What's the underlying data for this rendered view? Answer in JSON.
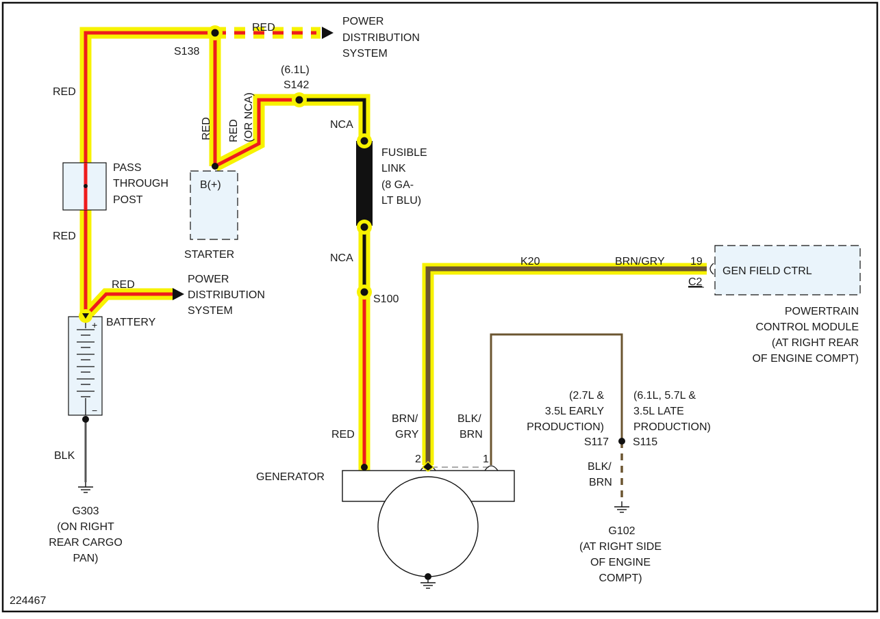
{
  "colors": {
    "highlight": "#f7f200",
    "red_wire": "#ee1c1c",
    "black_wire": "#111111",
    "brown_wire": "#6b5530",
    "gray_wire": "#555555",
    "component_fill": "#eaf4fb",
    "border": "#111111"
  },
  "diagram_id": "224467",
  "splices": {
    "s138": "S138",
    "s142_engine": "(6.1L)",
    "s142": "S142",
    "s100": "S100",
    "s117": "S117",
    "s115": "S115"
  },
  "wire_labels": {
    "red_top": "RED",
    "red_left_upper": "RED",
    "red_left_lower": "RED",
    "red_battery": "RED",
    "red_starter": "RED",
    "red_nca_line1": "RED",
    "red_nca_line2": "(OR NCA)",
    "nca_upper": "NCA",
    "nca_lower": "NCA",
    "red_generator": "RED",
    "blk": "BLK",
    "k20": "K20",
    "brn_gry": "BRN/GRY",
    "brn_gry_stack": [
      "BRN/",
      "GRY"
    ],
    "blk_brn_stack": [
      "BLK/",
      "BRN"
    ],
    "blk_brn_lower": [
      "BLK/",
      "BRN"
    ]
  },
  "components": {
    "power_dist_top": [
      "POWER",
      "DISTRIBUTION",
      "SYSTEM"
    ],
    "power_dist_mid": [
      "POWER",
      "DISTRIBUTION",
      "SYSTEM"
    ],
    "pass_through": [
      "PASS",
      "THROUGH",
      "POST"
    ],
    "starter_terminal": "B(+)",
    "starter": "STARTER",
    "fusible_link": [
      "FUSIBLE",
      "LINK",
      "(8 GA-",
      "LT BLU)"
    ],
    "battery": "BATTERY",
    "battery_plus": "+",
    "battery_minus": "−",
    "generator": "GENERATOR",
    "gen_pin_2": "2",
    "gen_pin_1": "1",
    "pcm_pin": "19",
    "pcm_connector": "C2",
    "pcm_function": "GEN FIELD CTRL",
    "pcm_name": [
      "POWERTRAIN",
      "CONTROL MODULE",
      "(AT RIGHT REAR",
      "OF ENGINE COMPT)"
    ]
  },
  "grounds": {
    "g303": [
      "G303",
      "(ON RIGHT",
      "REAR CARGO",
      "PAN)"
    ],
    "g102": [
      "G102",
      "(AT RIGHT SIDE",
      "OF ENGINE",
      "COMPT)"
    ]
  },
  "notes": {
    "s117_note": [
      "(2.7L &",
      "3.5L EARLY",
      "PRODUCTION)"
    ],
    "s115_note": [
      "(6.1L, 5.7L &",
      "3.5L LATE",
      "PRODUCTION)"
    ]
  }
}
